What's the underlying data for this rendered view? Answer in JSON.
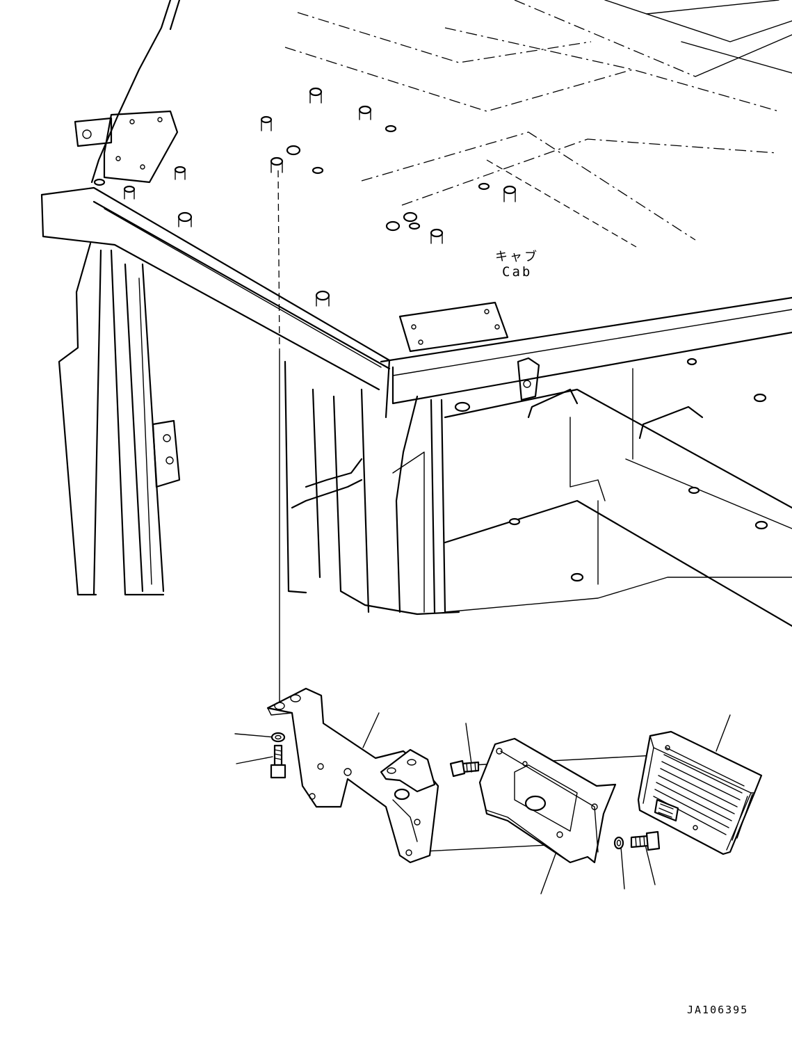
{
  "labels": {
    "cab_jp": "キャブ",
    "cab_en": "Cab",
    "drawing_number": "JA106395"
  },
  "icons": {
    "controller_unit": "electronic-controller-icon",
    "bracket": "mounting-bracket-icon",
    "cover": "controller-cover-icon",
    "bolt": "bolt-icon",
    "washer": "washer-icon"
  }
}
